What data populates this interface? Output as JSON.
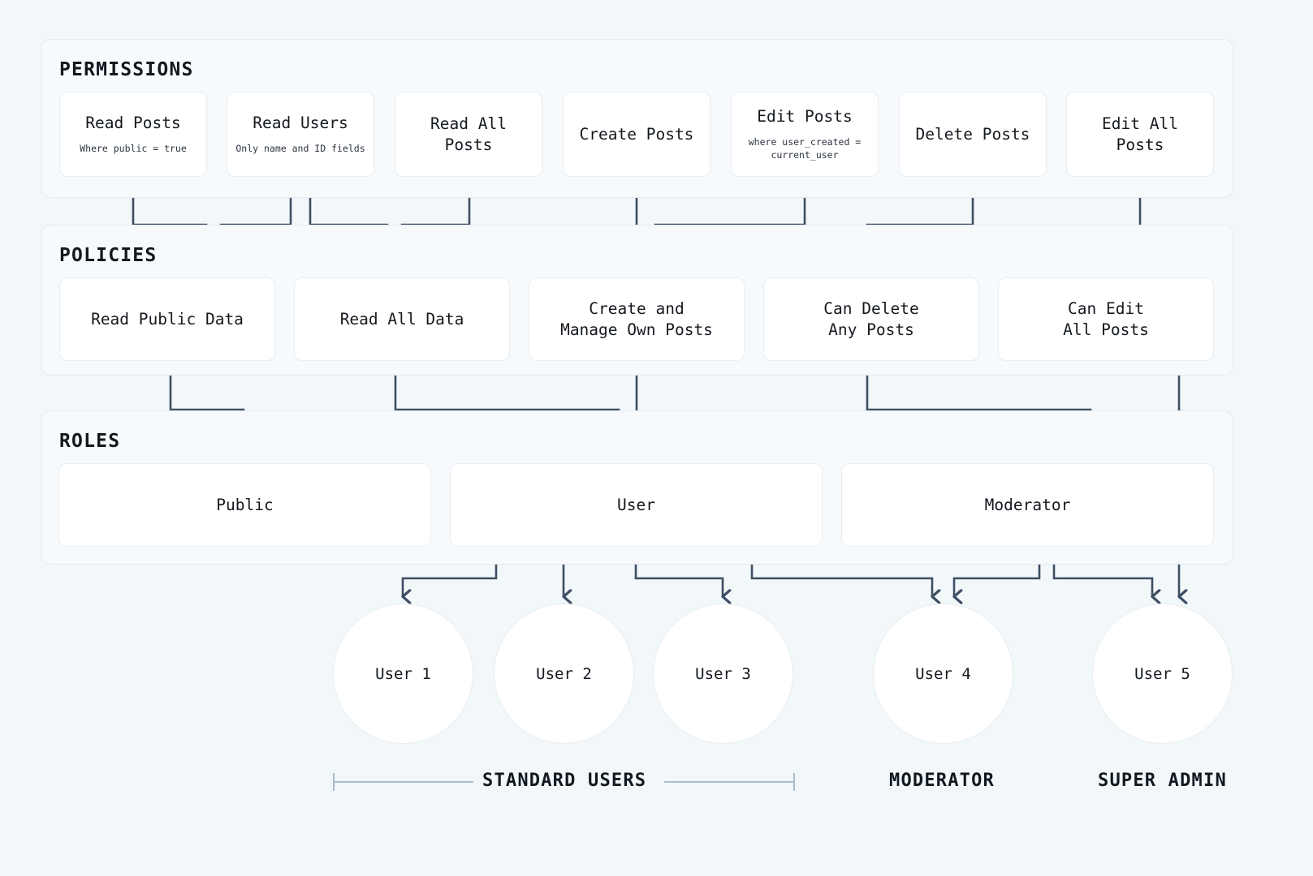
{
  "colors": {
    "background": "#f2f7fa",
    "section_bg": "#f7fafc",
    "section_border": "#e4ebf1",
    "card_bg": "#ffffff",
    "card_border": "#e8edf2",
    "connector": "#3d4f63",
    "bracket": "#9fb3c8",
    "text": "#14191f"
  },
  "sections": {
    "permissions": {
      "title": "PERMISSIONS",
      "items": [
        {
          "title": "Read Posts",
          "sub": "Where public = true"
        },
        {
          "title": "Read Users",
          "sub": "Only name and ID fields"
        },
        {
          "title": "Read All Posts",
          "sub": ""
        },
        {
          "title": "Create Posts",
          "sub": ""
        },
        {
          "title": "Edit Posts",
          "sub": "where user_created =\ncurrent_user"
        },
        {
          "title": "Delete Posts",
          "sub": ""
        },
        {
          "title": "Edit All Posts",
          "sub": ""
        }
      ]
    },
    "policies": {
      "title": "POLICIES",
      "items": [
        {
          "title": "Read Public Data"
        },
        {
          "title": "Read All Data"
        },
        {
          "title": "Create and\nManage Own Posts"
        },
        {
          "title": "Can Delete\nAny Posts"
        },
        {
          "title": "Can Edit\nAll Posts"
        }
      ]
    },
    "roles": {
      "title": "ROLES",
      "items": [
        {
          "title": "Public"
        },
        {
          "title": "User"
        },
        {
          "title": "Moderator"
        }
      ]
    }
  },
  "users": [
    {
      "label": "User 1"
    },
    {
      "label": "User 2"
    },
    {
      "label": "User 3"
    },
    {
      "label": "User 4"
    },
    {
      "label": "User 5"
    }
  ],
  "group_labels": [
    {
      "label": "STANDARD USERS"
    },
    {
      "label": "MODERATOR"
    },
    {
      "label": "SUPER ADMIN"
    }
  ]
}
